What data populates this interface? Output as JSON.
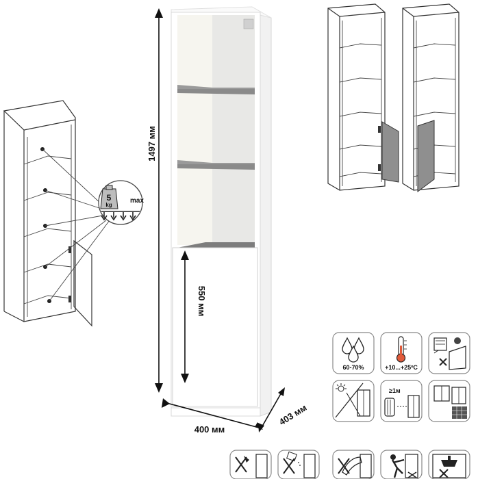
{
  "dimensions": {
    "height": "1497 мм",
    "width": "400 мм",
    "depth": "403 мм",
    "door_height": "550 мм"
  },
  "load_spec": {
    "weight_value": "5",
    "weight_unit": "kg",
    "weight_qualifier": "max"
  },
  "care_icons": {
    "humidity": "60-70%",
    "temperature": "+10...+25ºC",
    "distance": "≥1м"
  },
  "colors": {
    "body": "#ffffff",
    "interior_back": "#ececec",
    "shelf": "#7d7d7d",
    "outline": "#333333",
    "icon_border": "#777777"
  }
}
